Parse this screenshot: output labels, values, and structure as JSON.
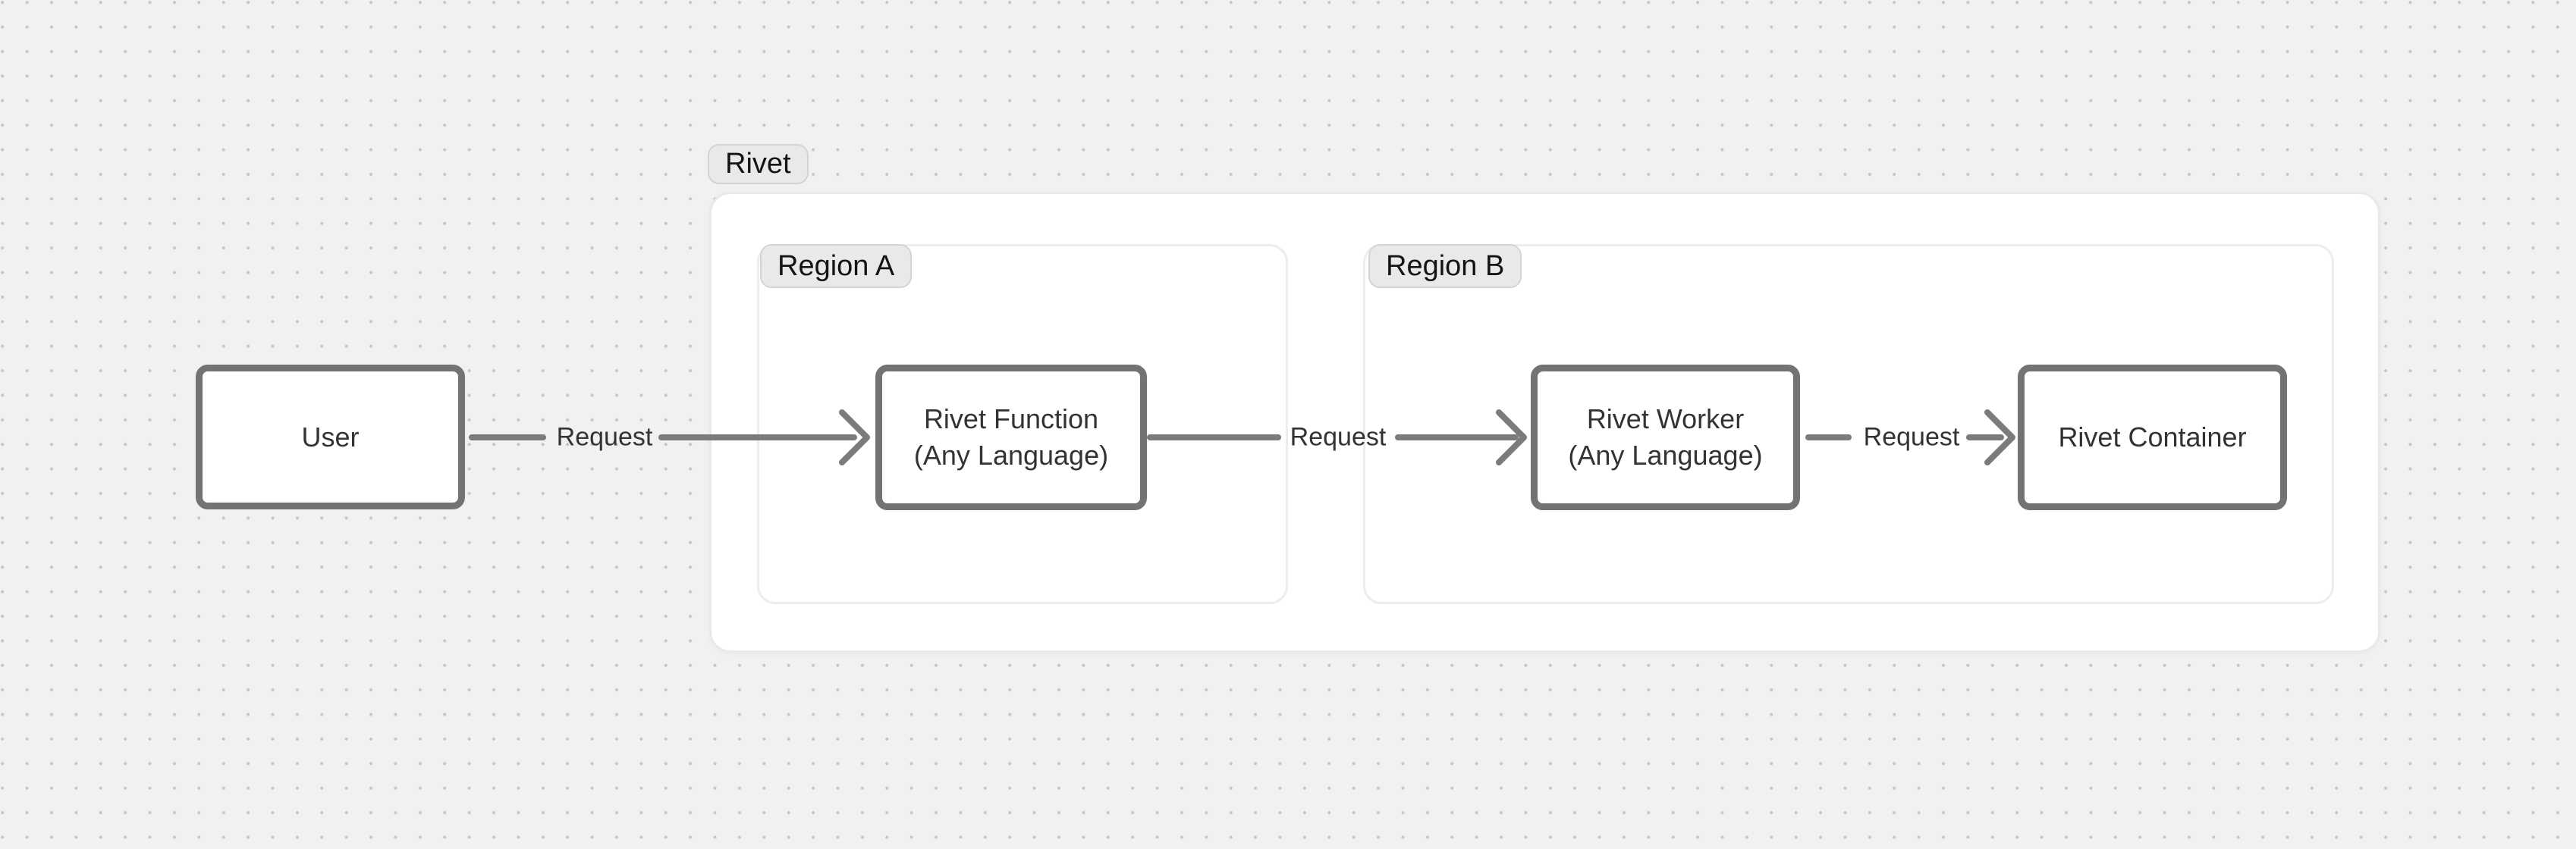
{
  "canvas": {
    "background_color": "#f1f1ef",
    "dot_color": "#c6c6c4"
  },
  "diagram": {
    "group": {
      "label": "Rivet"
    },
    "regions": [
      {
        "label": "Region A"
      },
      {
        "label": "Region B"
      }
    ],
    "nodes": {
      "user": {
        "label": "User"
      },
      "function": {
        "line1": "Rivet Function",
        "line2": "(Any Language)",
        "region": "Region A"
      },
      "worker": {
        "line1": "Rivet Worker",
        "line2": "(Any Language)",
        "region": "Region B"
      },
      "container": {
        "label": "Rivet Container",
        "region": "Region B"
      }
    },
    "edges": [
      {
        "from": "User",
        "to": "Rivet Function",
        "label": "Request"
      },
      {
        "from": "Rivet Function",
        "to": "Rivet Worker",
        "label": "Request"
      },
      {
        "from": "Rivet Worker",
        "to": "Rivet Container",
        "label": "Request"
      }
    ],
    "colors": {
      "node_border": "#737373",
      "arrow": "#7b7b7b",
      "node_text": "#333333",
      "badge_background": "#e9e9e8",
      "badge_border": "#d4d4d2",
      "badge_text": "#141414",
      "panel_background": "#ffffff",
      "panel_border": "#e9e9e7"
    }
  }
}
